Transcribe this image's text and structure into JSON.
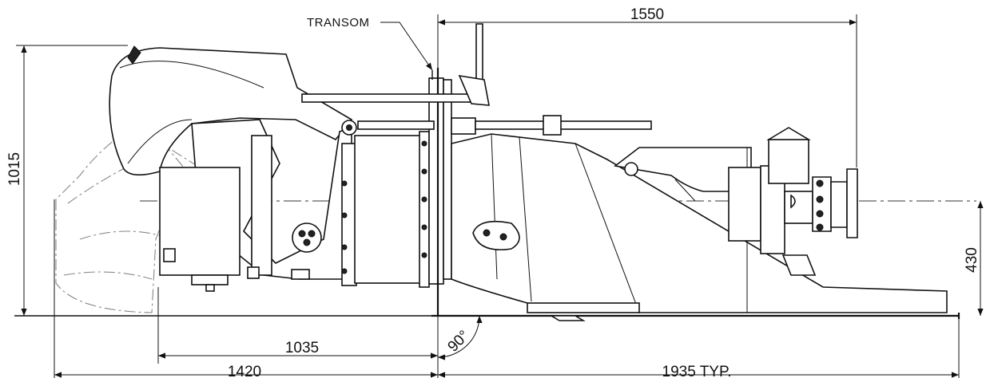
{
  "drawing": {
    "labels": {
      "transom": "TRANSOM"
    },
    "dimensions": {
      "overall_height": "1015",
      "top_length": "1550",
      "shaft_height": "430",
      "angle": "90°",
      "inner_length": "1035",
      "rear_length": "1420",
      "base_length": "1935 TYP."
    }
  }
}
